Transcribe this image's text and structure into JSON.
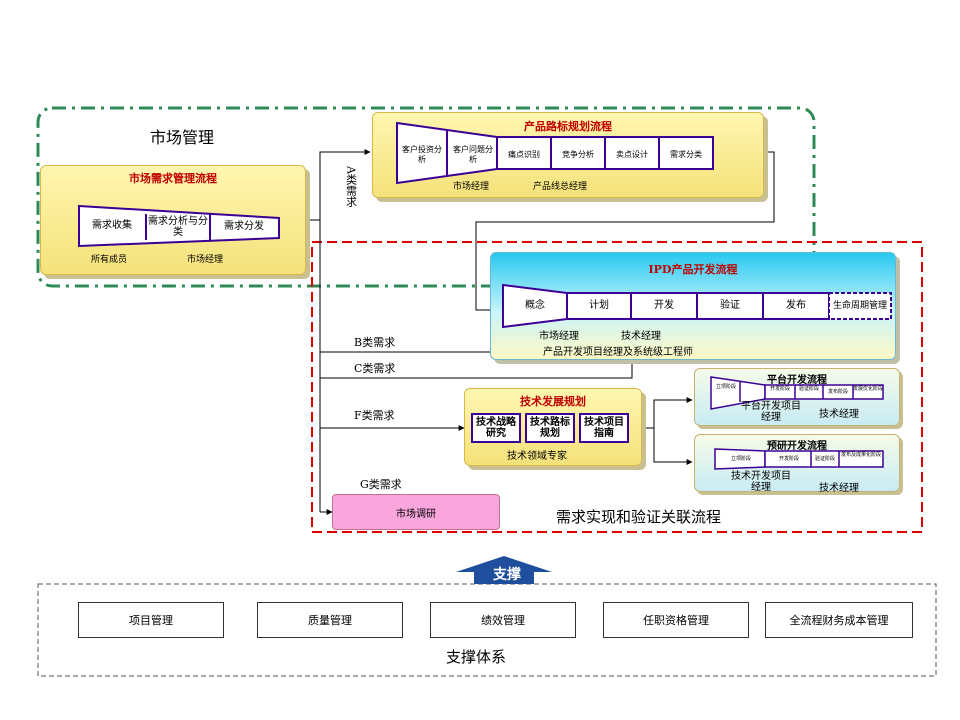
{
  "market_mgmt": {
    "title": "市场管理",
    "demand_process": {
      "title": "市场需求管理流程",
      "stages": [
        "需求收集",
        "需求分析与分类",
        "需求分发"
      ],
      "roles": [
        "所有成员",
        "市场经理"
      ]
    },
    "roadmap_process": {
      "title": "产品路标规划流程",
      "stages": [
        "客户投资分析",
        "客户问题分析",
        "痛点识别",
        "竞争分析",
        "卖点设计",
        "需求分类"
      ],
      "roles": [
        "市场经理",
        "产品线总经理"
      ]
    }
  },
  "demand_labels": {
    "a": "A类需求",
    "b": "B类需求",
    "c": "C类需求",
    "f": "F类需求",
    "g": "G类需求"
  },
  "ipd": {
    "title": "IPD产品开发流程",
    "stages": [
      "概念",
      "计划",
      "开发",
      "验证",
      "发布",
      "生命周期管理"
    ],
    "roles": [
      "市场经理",
      "技术经理",
      "产品开发项目经理及系统级工程师"
    ]
  },
  "tech_plan": {
    "title": "技术发展规划",
    "stages": [
      "技术战略研究",
      "技术路标规划",
      "技术项目指南"
    ],
    "role": "技术领域专家"
  },
  "platform_dev": {
    "title": "平台开发流程",
    "stages": [
      "立项阶段",
      "开发阶段",
      "验证阶段",
      "发布阶段",
      "发展优化阶段"
    ],
    "roles": [
      "平台开发项目经理",
      "技术经理"
    ]
  },
  "pre_research": {
    "title": "预研开发流程",
    "stages": [
      "立项阶段",
      "开发阶段",
      "验证阶段",
      "发布及成果化阶段"
    ],
    "roles": [
      "技术开发项目经理",
      "技术经理"
    ]
  },
  "market_research": "市场调研",
  "realization_title": "需求实现和验证关联流程",
  "support": {
    "arrow_label": "支撑",
    "items": [
      "项目管理",
      "质量管理",
      "绩效管理",
      "任职资格管理",
      "全流程财务成本管理"
    ],
    "title": "支撑体系"
  },
  "colors": {
    "market_border": "#2e8b57",
    "realization_border": "#e00000",
    "stage_border": "#3c0096",
    "title_red": "#c00000",
    "support_arrow": "#1f4e9c"
  }
}
